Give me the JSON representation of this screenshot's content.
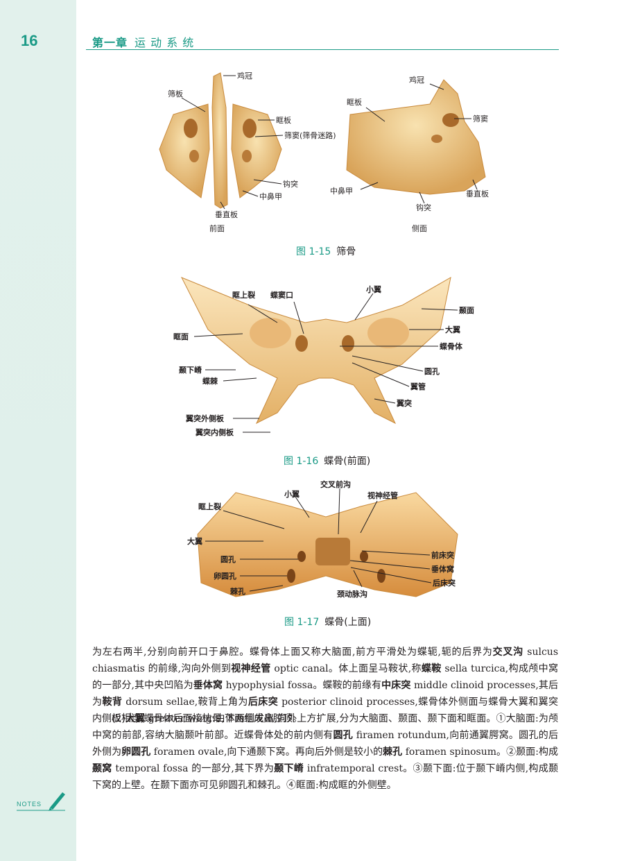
{
  "header": {
    "page_number": "16",
    "chapter": "第一章",
    "chapter_title": "运 动 系 统"
  },
  "fig15": {
    "number": "图 1-15",
    "title": "筛骨",
    "front": {
      "view_label": "前面",
      "labels": [
        "鸡冠",
        "筛板",
        "眶板",
        "筛窦(筛骨迷路)",
        "钩突",
        "中鼻甲",
        "垂直板"
      ]
    },
    "side": {
      "view_label": "侧面",
      "labels": [
        "鸡冠",
        "眶板",
        "筛窦",
        "中鼻甲",
        "钩突",
        "垂直板"
      ]
    }
  },
  "fig16": {
    "number": "图 1-16",
    "title": "蝶骨(前面)",
    "labels": [
      "眶上裂",
      "蝶窦口",
      "小翼",
      "颞面",
      "大翼",
      "眶面",
      "蝶骨体",
      "圆孔",
      "颞下嵴",
      "蝶棘",
      "翼管",
      "翼突",
      "翼突外侧板",
      "翼突内侧板"
    ]
  },
  "fig17": {
    "number": "图 1-17",
    "title": "蝶骨(上面)",
    "labels": [
      "交叉前沟",
      "小翼",
      "视神经管",
      "眶上裂",
      "大翼",
      "前床突",
      "圆孔",
      "垂体窝",
      "卵圆孔",
      "后床突",
      "棘孔",
      "颈动脉沟"
    ]
  },
  "body": {
    "p1": [
      "为左右两半,分别向前开口于鼻腔。蝶骨体上面又称大脑面,前方平滑处为蝶轭,轭的后界为",
      "交叉沟",
      " sulcus chiasmatis 的前缘,沟向外侧到",
      "视神经管",
      " optic canal。体上面呈马鞍状,称",
      "蝶鞍",
      " sella turcica,构成颅中窝的一部分,其中央凹陷为",
      "垂体窝",
      " hypophysial fossa。蝶鞍的前缘有",
      "中床突",
      " middle clinoid processes,其后为",
      "鞍背",
      " dorsum sellae,鞍背上角为",
      "后床突",
      " posterior clinoid processes,蝶骨体外侧面与蝶骨大翼和翼突内侧板相连,蝶骨体后面接枕骨,下面组成鼻腔顶。"
    ],
    "p2": [
      "(2)",
      "大翼",
      " greater wing:由体两侧发出,向外上方扩展,分为大脑面、颞面、颞下面和眶面。①大脑面:为颅中窝的前部,容纳大脑颞叶前部。近蝶骨体处的前内侧有",
      "圆孔",
      " firamen rotundum,向前通翼腭窝。圆孔的后外侧为",
      "卵圆孔",
      " foramen ovale,向下通颞下窝。再向后外侧是较小的",
      "棘孔",
      " foramen spinosum。②颞面:构成",
      "颞窝",
      " temporal fossa 的一部分,其下界为",
      "颞下嵴",
      " infratemporal crest。③颞下面:位于颞下嵴内侧,构成颞下窝的上壁。在颞下面亦可见卵圆孔和棘孔。④眶面:构成眶的外侧壁。"
    ]
  },
  "notes": {
    "label": "NOTES"
  },
  "colors": {
    "accent": "#1a9a86",
    "sidebar": "#e2f1ec",
    "bone": "#f2cf8e",
    "bone_dark": "#c98a3c"
  }
}
